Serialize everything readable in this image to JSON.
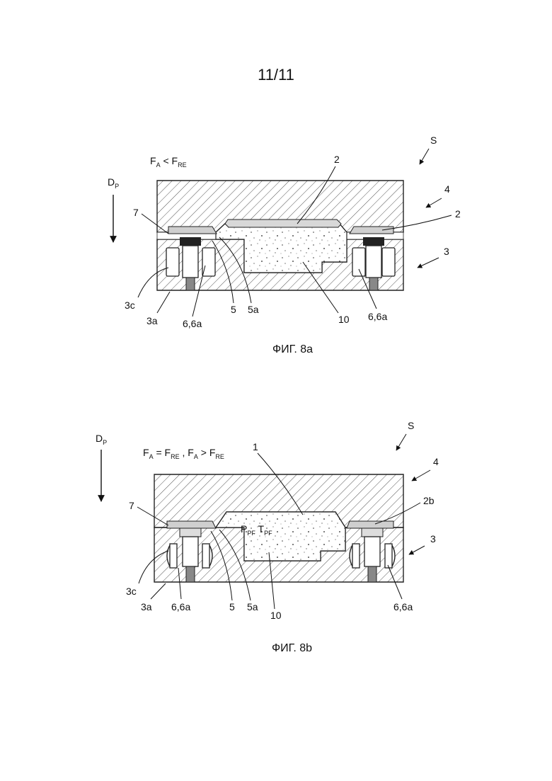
{
  "page_number": "11/11",
  "fig_a": {
    "caption": "ФИГ. 8a",
    "force": {
      "main": "F",
      "sub_a": "A",
      "op": " < F",
      "sub_re": "RE"
    },
    "direction": {
      "main": "D",
      "sub": "P"
    },
    "labels": {
      "s": "S",
      "two_top": "2",
      "four": "4",
      "two_right": "2",
      "three": "3",
      "seven": "7",
      "three_c": "3c",
      "three_a": "3a",
      "six_left": "6,6a",
      "five": "5",
      "five_a": "5a",
      "ten": "10",
      "six_right": "6,6a"
    }
  },
  "fig_b": {
    "caption": "ФИГ. 8b",
    "force": {
      "f1": "F",
      "s1": "A",
      "op1": " = F",
      "s2": "RE",
      "sep": " , F",
      "s3": "A",
      "op2": " > F",
      "s4": "RE"
    },
    "direction": {
      "main": "D",
      "sub": "P"
    },
    "pressure": {
      "p": "P",
      "p_sub": "PF",
      "t": " T",
      "t_sub": "PF"
    },
    "labels": {
      "s": "S",
      "one": "1",
      "four": "4",
      "seven": "7",
      "two_b": "2b",
      "three": "3",
      "three_c": "3c",
      "three_a": "3a",
      "six_left": "6,6a",
      "five": "5",
      "five_a": "5a",
      "ten": "10",
      "six_right": "6,6a"
    }
  }
}
